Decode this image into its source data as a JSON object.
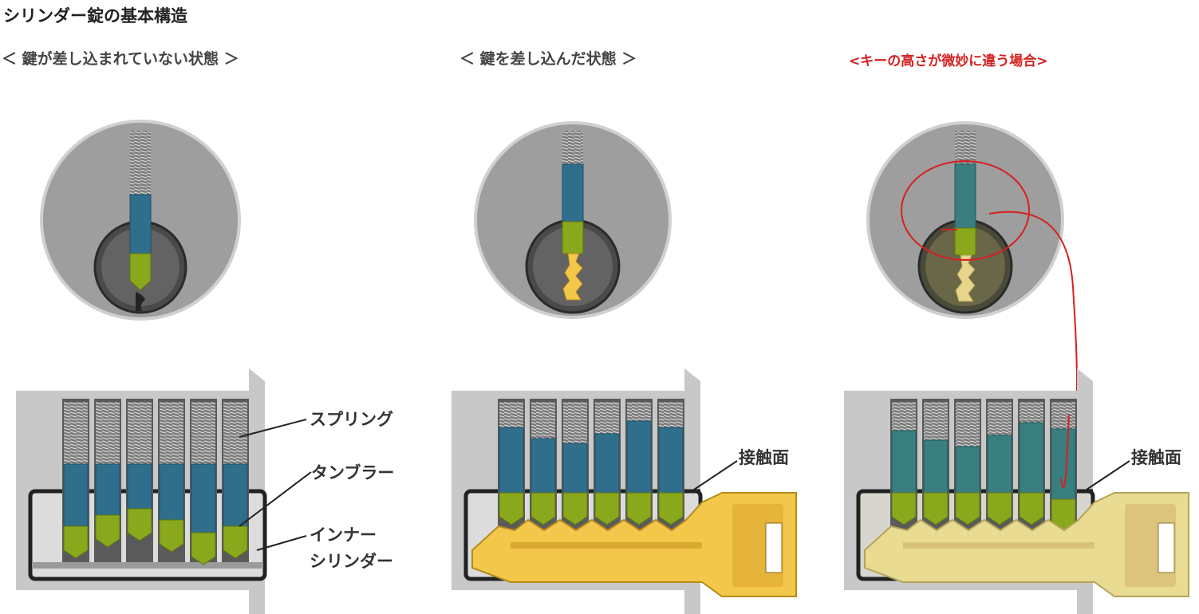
{
  "title": "シリンダー錠の基本構造",
  "panels": [
    {
      "caption": "＜ 鍵が差し込まれていない状態 ＞"
    },
    {
      "caption": "＜ 鍵を差し込んだ状態 ＞",
      "label_contact": "接触面"
    },
    {
      "caption": "<キーの高さが微妙に違う場合>",
      "label_contact": "接触面"
    }
  ],
  "labels": {
    "spring": "スプリング",
    "tumbler": "タンブラー",
    "inner_line1": "インナー",
    "inner_line2": "シリンダー"
  },
  "colors": {
    "tumbler_blue": "#2f6f8c",
    "pin_green": "#8aa81c",
    "key_gold": "#f3c84a",
    "annotation_red": "#d62020",
    "housing_gray": "#c8c8c8"
  }
}
